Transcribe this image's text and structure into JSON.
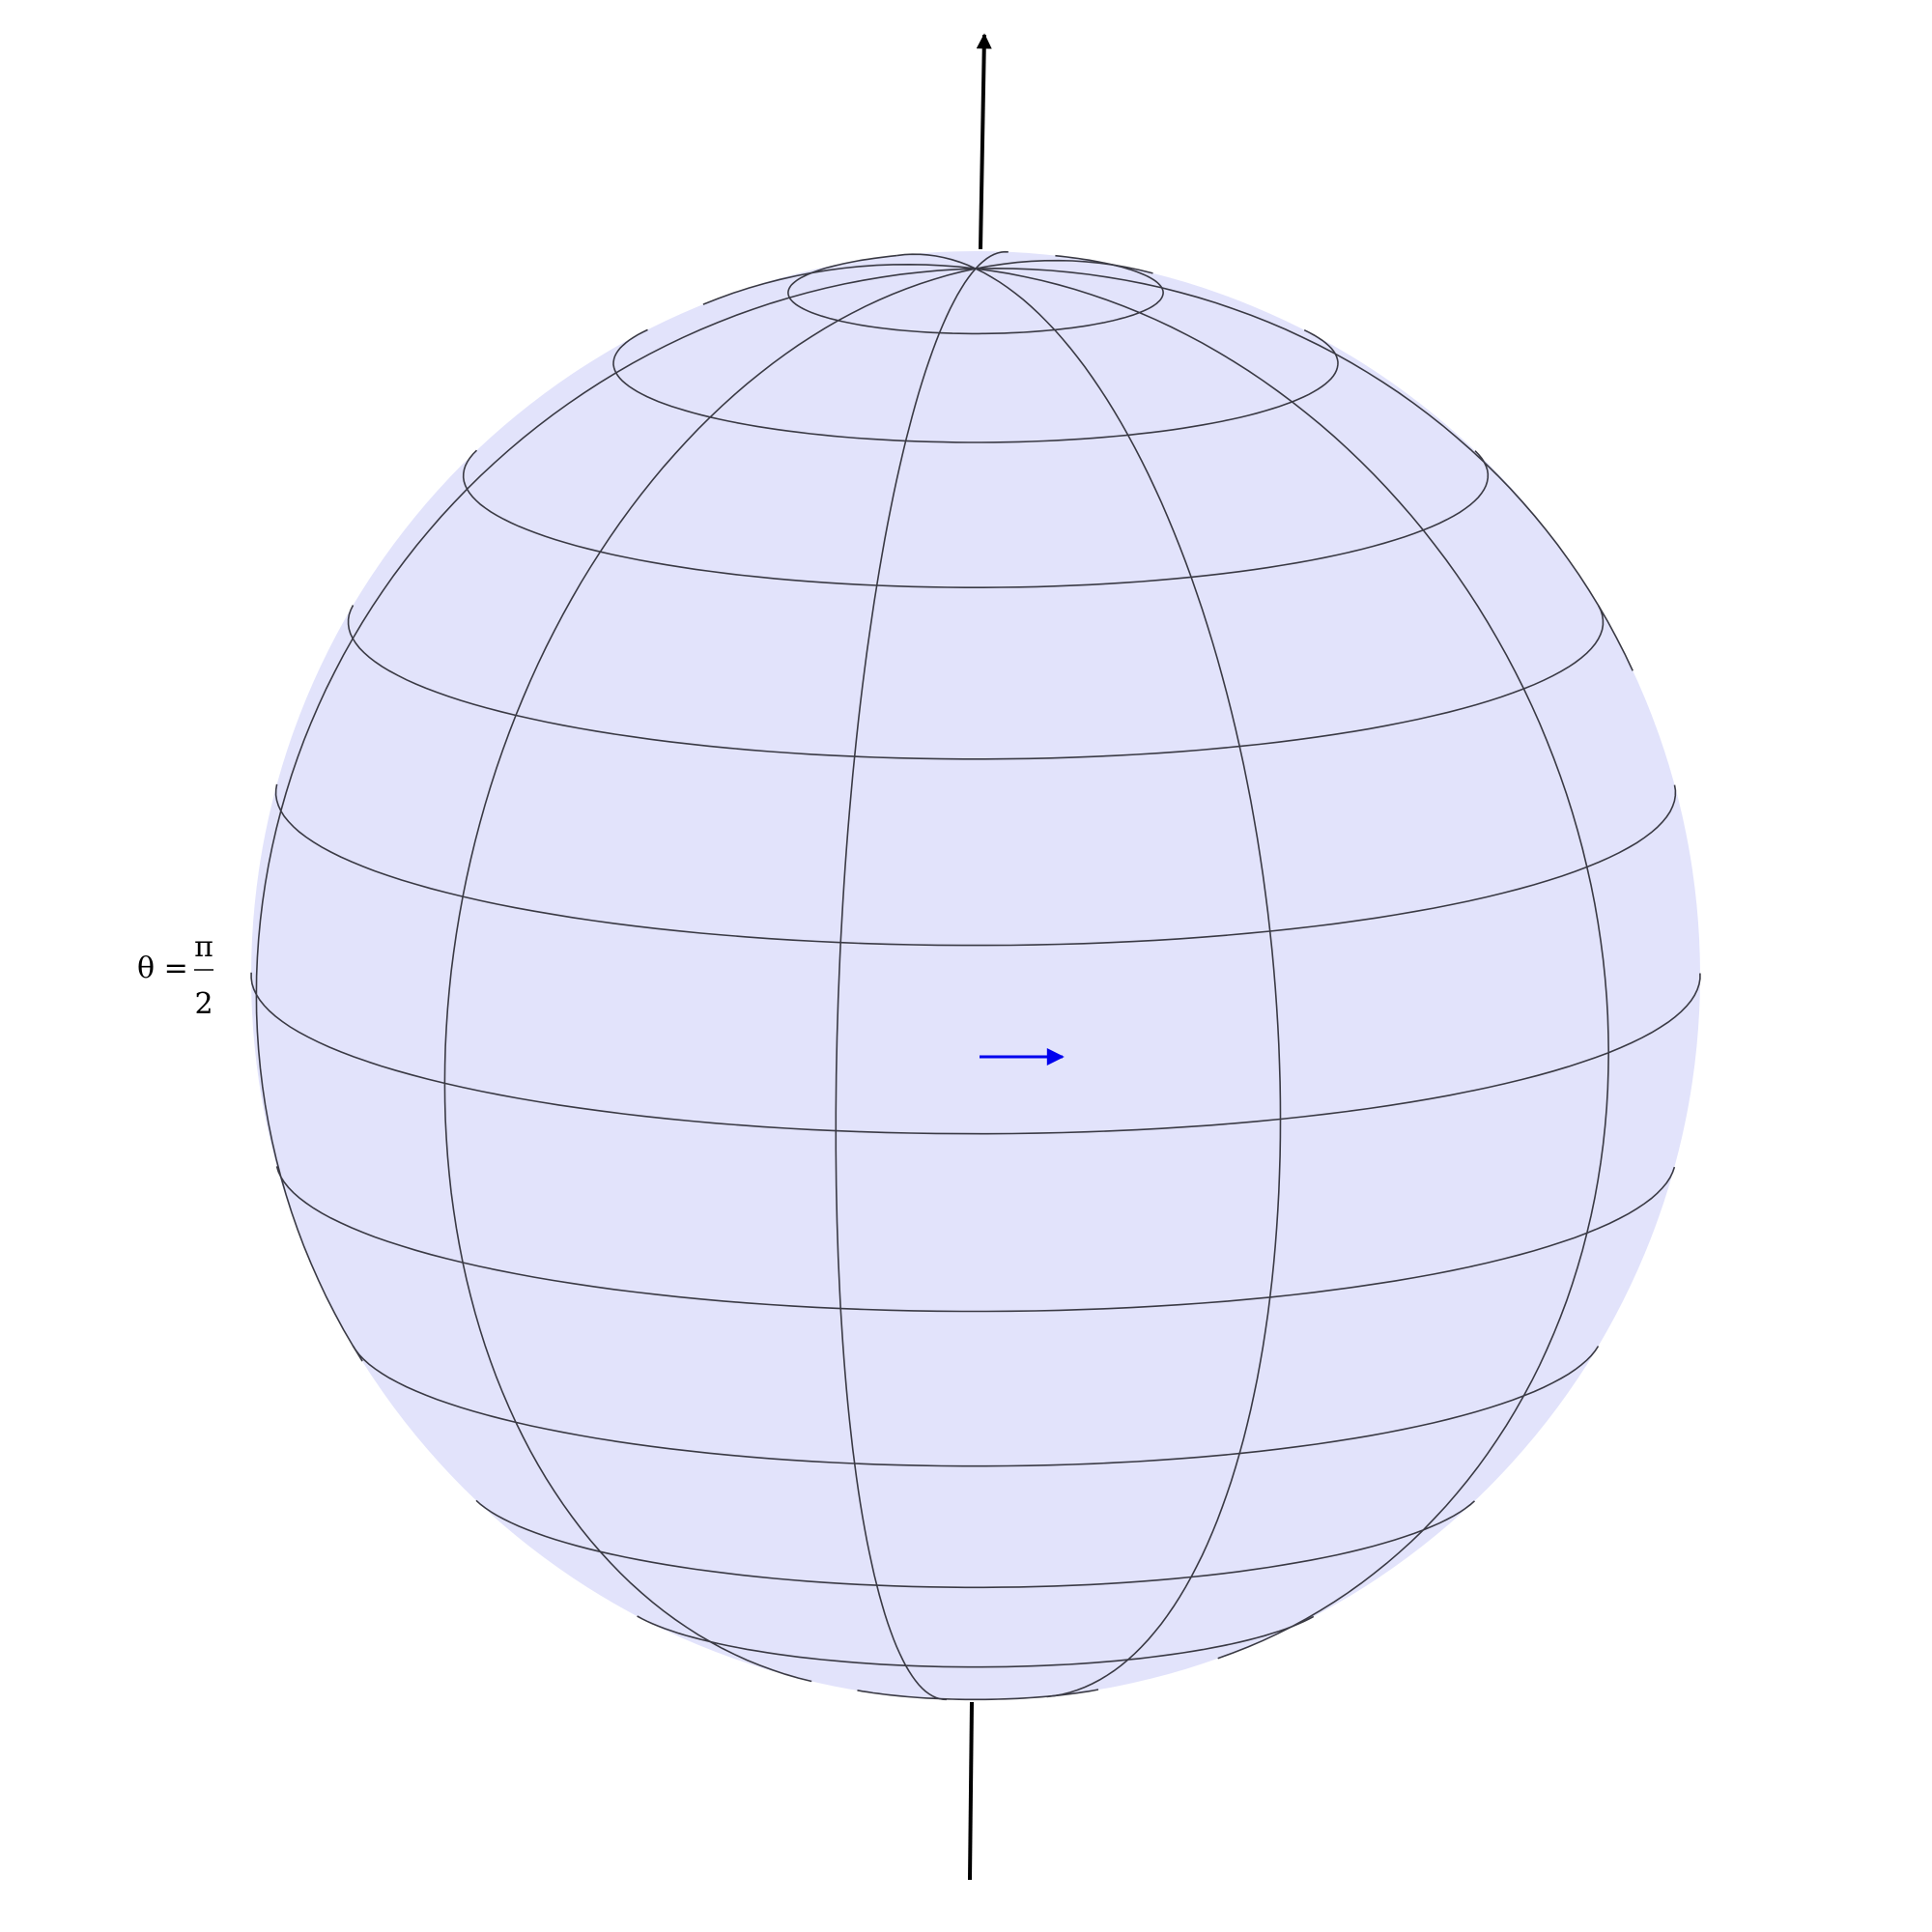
{
  "label": {
    "lhs": "θ =",
    "numerator": "π",
    "denominator": "2"
  },
  "colors": {
    "sphere_fill": "#e2e3fb",
    "grid_line": "#3a3a44",
    "axis": "#000000",
    "vector": "#0000ee"
  },
  "sphere": {
    "parallels": 12,
    "meridians": 10
  }
}
